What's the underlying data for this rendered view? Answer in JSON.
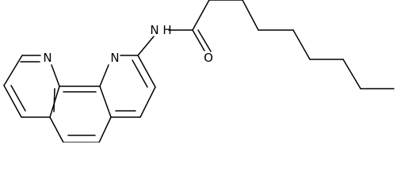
{
  "diagram": {
    "type": "skeletal-formula",
    "atom_labels": {
      "nitrogen_left": "N",
      "nitrogen_middle": "N",
      "amide_nh": "N H",
      "carbonyl_oxygen": "O"
    },
    "colors": {
      "bond": "#000000",
      "background": "#ffffff"
    }
  }
}
